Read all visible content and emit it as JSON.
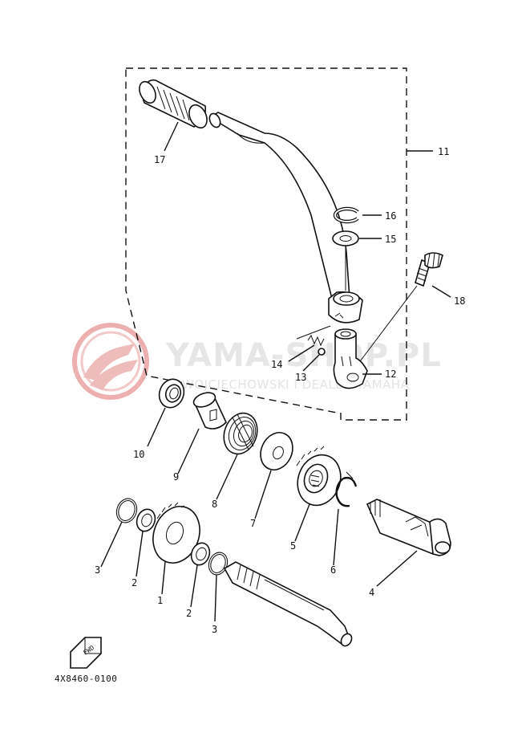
{
  "watermark": {
    "main_text": "YAMA-SHOP.PL",
    "sub_text": "WOJCIECHOWSKI I DEALER YAMAHA",
    "logo_color": "#e9a3a3"
  },
  "diagram_code": "4X8460-0100",
  "fwd_label": "FWD",
  "callouts": {
    "n1": "1",
    "n2a": "2",
    "n2b": "2",
    "n3a": "3",
    "n3b": "3",
    "n4": "4",
    "n5": "5",
    "n6": "6",
    "n7": "7",
    "n8": "8",
    "n9": "9",
    "n10": "10",
    "n11": "11",
    "n12": "12",
    "n13": "13",
    "n14": "14",
    "n15": "15",
    "n16": "16",
    "n17": "17",
    "n18": "18"
  }
}
